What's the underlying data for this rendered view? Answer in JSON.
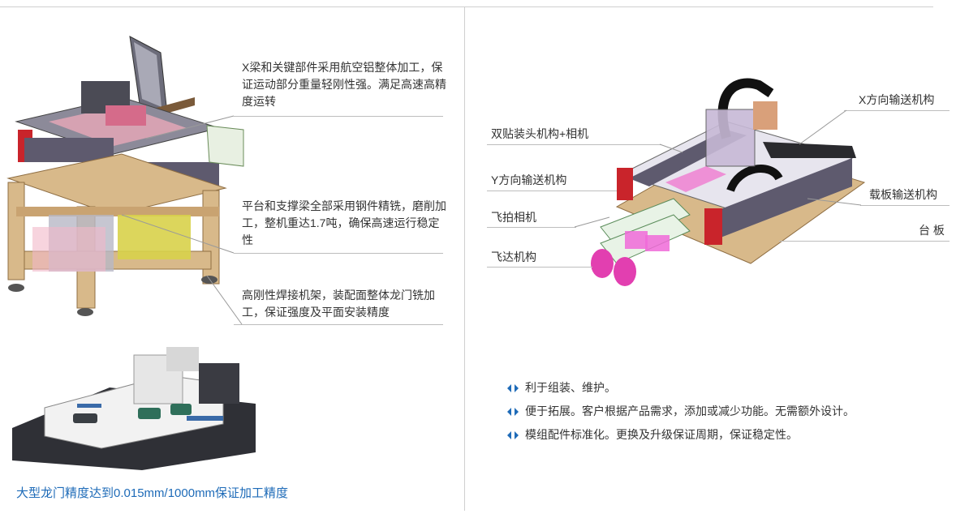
{
  "left_panel": {
    "callouts": [
      "X梁和关键部件采用航空铝整体加工，保证运动部分重量轻刚性强。满足高速高精度运转",
      "平台和支撑梁全部采用钢件精铣，磨削加工，整机重达1.7吨，确保高速运行稳定性",
      "高刚性焊接机架，装配面整体龙门铣加工，保证强度及平面安装精度"
    ],
    "caption": "大型龙门精度达到0.015mm/1000mm保证加工精度"
  },
  "right_panel": {
    "labels": {
      "x_conveyor": "X方向输送机构",
      "dual_head": "双贴装头机构+相机",
      "y_conveyor": "Y方向输送机构",
      "carrier_conveyor": "载板输送机构",
      "flying_camera": "飞拍相机",
      "platform": "台 板",
      "feeder": "飞达机构"
    },
    "bullets": [
      "利于组装、维护。",
      "便于拓展。客户根据产品需求，添加或减少功能。无需额外设计。",
      "模组配件标准化。更换及升级保证周期，保证稳定性。"
    ]
  },
  "colors": {
    "caption": "#1e6bb8",
    "bullet": "#1e6bb8",
    "wood": "#d8b98a",
    "frame": "#5e5a6e"
  }
}
